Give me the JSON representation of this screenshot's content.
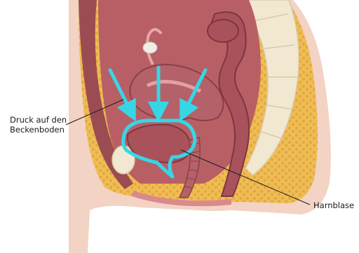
{
  "labels": {
    "pressure_line1": "Druck auf den",
    "pressure_line2": "Beckenboden",
    "bladder": "Harnblase"
  },
  "colors": {
    "background": "#ffffff",
    "skin": "#f3d3c4",
    "fat": "#efbd55",
    "muscle": "#9b4c52",
    "cavity": "#b85f66",
    "uterus": "#b5616a",
    "bladder": "#a9525b",
    "bone": "#f2e8d2",
    "arrow": "#36d6e6",
    "pelvic_floor_outline": "#36d6e6",
    "leader_line": "#1a1a1a"
  },
  "icons": {
    "arrows": "downward-pressure-arrows",
    "outline": "pelvic-floor-outline"
  }
}
